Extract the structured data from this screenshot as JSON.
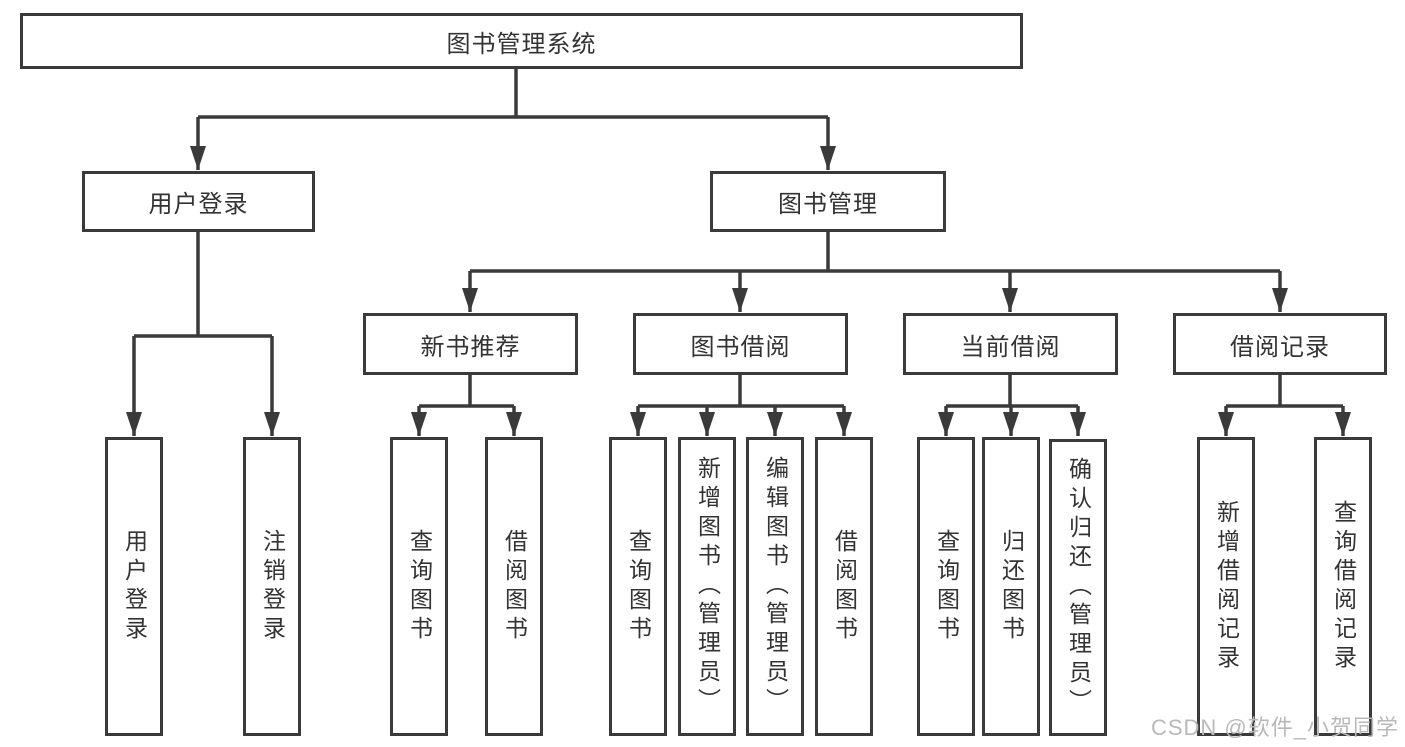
{
  "diagram": {
    "root": {
      "label": "图书管理系统"
    },
    "level2": [
      {
        "label": "用户登录"
      },
      {
        "label": "图书管理"
      }
    ],
    "level3": [
      {
        "label": "新书推荐"
      },
      {
        "label": "图书借阅"
      },
      {
        "label": "当前借阅"
      },
      {
        "label": "借阅记录"
      }
    ],
    "leaves": {
      "user": [
        "用户登录",
        "注销登录"
      ],
      "recommend": [
        "查询图书",
        "借阅图书"
      ],
      "borrow": [
        "查询图书",
        "新增图书（管理员）",
        "编辑图书（管理员）",
        "借阅图书"
      ],
      "current": [
        "查询图书",
        "归还图书",
        "确认归还（管理员）"
      ],
      "records": [
        "新增借阅记录",
        "查询借阅记录"
      ]
    }
  },
  "watermark": {
    "text": "CSDN @软件_小贺同学"
  },
  "colors": {
    "line": "#3a3a3a",
    "border": "#3a3a3a",
    "text": "#333333",
    "background": "#ffffff",
    "watermark": "#b9b9b9"
  }
}
